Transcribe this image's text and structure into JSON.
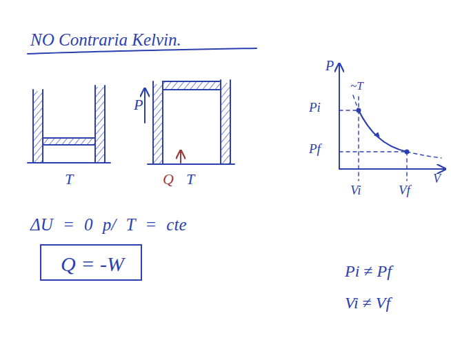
{
  "diagram": {
    "title": "NO Contraria Kelvin.",
    "nodes": [
      {
        "text": [
          "Q = -W"
        ]
      }
    ],
    "labels": [
      "T",
      "P",
      "Q",
      "T",
      "P",
      "Pi",
      "Pf",
      "~T",
      "Vi",
      "Vf",
      "V",
      "ΔU = 0 p/ T = cte",
      "Pi ≠ Pf",
      "Vi ≠ Vf"
    ]
  }
}
